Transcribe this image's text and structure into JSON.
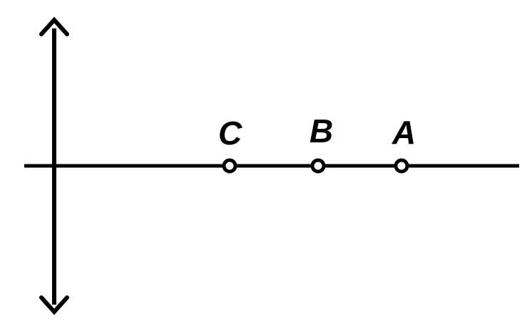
{
  "diagram": {
    "stroke_color": "#000000",
    "background_color": "#ffffff",
    "points": [
      {
        "id": "C",
        "label": "C"
      },
      {
        "id": "B",
        "label": "B"
      },
      {
        "id": "A",
        "label": "A"
      }
    ]
  }
}
